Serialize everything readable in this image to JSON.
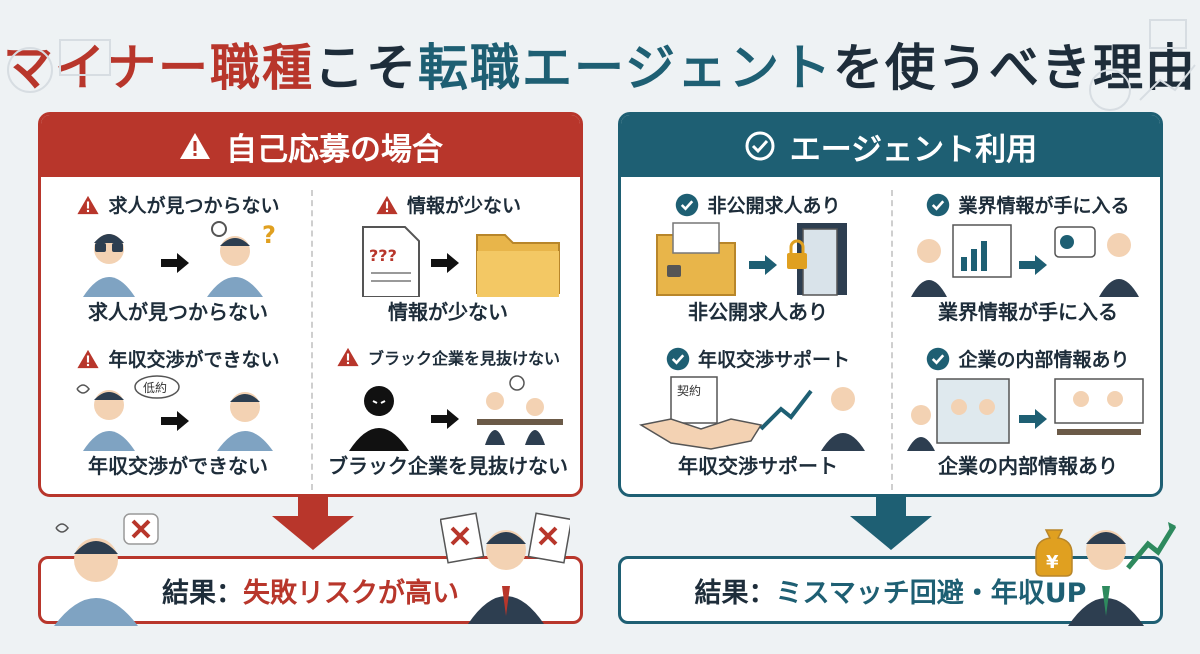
{
  "title": {
    "part1": "マイナー職種",
    "part2": "こそ",
    "part3": "転職エージェント",
    "part4": "を使うべき理由"
  },
  "left_panel": {
    "heading": "自己応募の場合",
    "items": [
      {
        "head": "求人が見つからない",
        "caption": "求人が見つからない"
      },
      {
        "head": "情報が少ない",
        "caption": "情報が少ない",
        "doc_mark": "???"
      },
      {
        "head": "年収交渉ができない",
        "caption": "年収交渉ができない",
        "bubble": "低約"
      },
      {
        "head": "ブラック企業を見抜けない",
        "caption": "ブラック企業を見抜けない"
      }
    ],
    "result_label": "結果：",
    "result_text": "失敗リスクが高い"
  },
  "right_panel": {
    "heading": "エージェント利用",
    "items": [
      {
        "head": "非公開求人あり",
        "caption": "非公開求人あり"
      },
      {
        "head": "業界情報が手に入る",
        "caption": "業界情報が手に入る"
      },
      {
        "head": "年収交渉サポート",
        "caption": "年収交渉サポート",
        "doc_mark": "契約"
      },
      {
        "head": "企業の内部情報あり",
        "caption": "企業の内部情報あり"
      }
    ],
    "result_label": "結果：",
    "result_text": "ミスマッチ回避・年収UP"
  },
  "money_bag_symbol": "¥",
  "colors": {
    "red": "#b8362b",
    "teal": "#1e5f73",
    "dark": "#1e2d3a",
    "background": "#eef2f4"
  },
  "icons": [
    "warning-icon",
    "check-circle-icon",
    "arrow-right-icon",
    "arrow-down-icon",
    "x-mark-icon",
    "money-bag-icon"
  ]
}
